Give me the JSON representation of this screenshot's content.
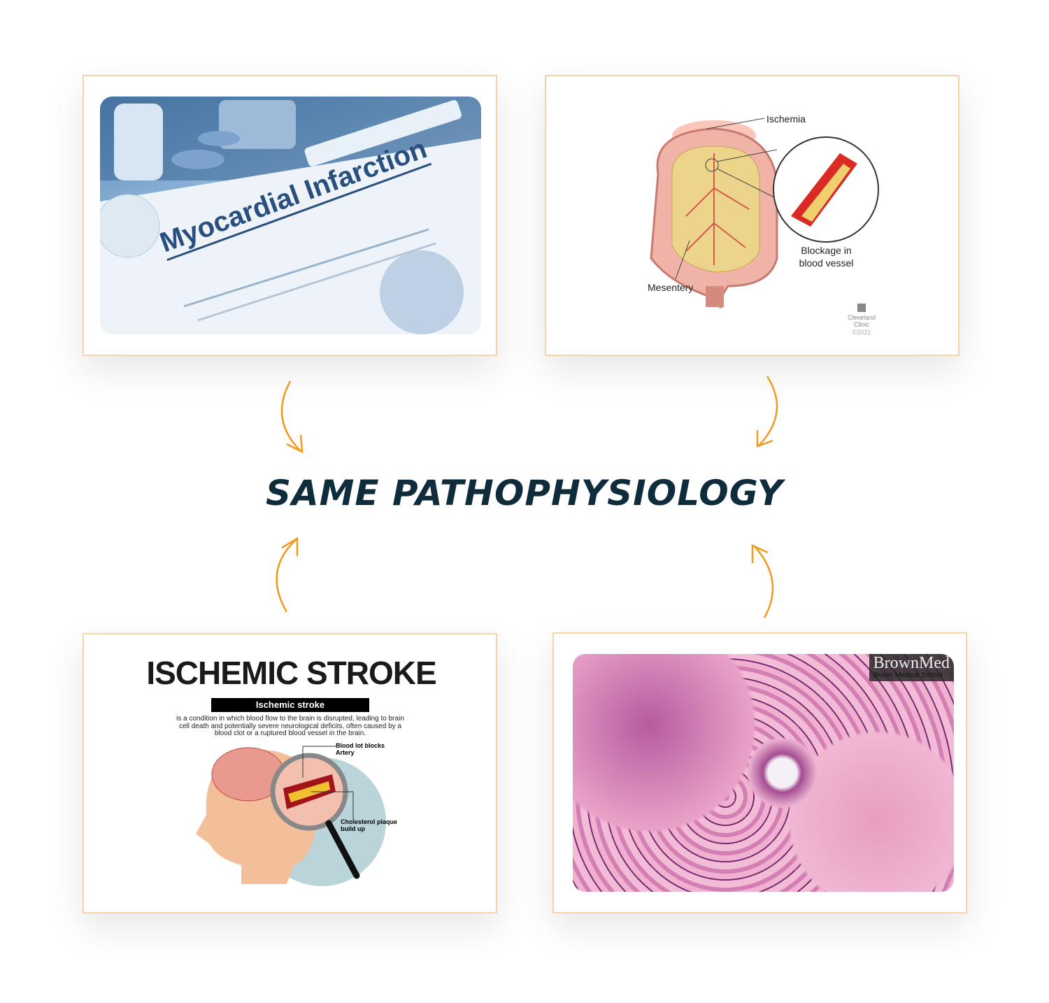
{
  "title": "SAME PATHOPHYSIOLOGY",
  "cards": {
    "myocardial": {
      "text": "Myocardial Infarction"
    },
    "mesenteric": {
      "labels": {
        "ischemia": "Ischemia",
        "blockage": "Blockage in blood vessel",
        "mesentery": "Mesentery"
      },
      "credit": {
        "org": "Cleveland Clinic",
        "year": "©2021"
      }
    },
    "stroke": {
      "heading": "ISCHEMIC STROKE",
      "banner": "Ischemic stroke",
      "description": "is a condition in which blood flow to the brain is disrupted, leading to brain cell death and potentially severe neurological deficits, often caused by a blood clot or a ruptured blood vessel in the brain.",
      "labels": {
        "clot": "Blood lot blocks Artery",
        "plaque": "Cholesterol plaque build up"
      }
    },
    "histology": {
      "watermark": "BrownMed",
      "watermark_sub": "Brown Medical School"
    }
  },
  "colors": {
    "accent": "#f39a1e",
    "title": "#0e2c3b",
    "border": "#f8d2a8"
  }
}
